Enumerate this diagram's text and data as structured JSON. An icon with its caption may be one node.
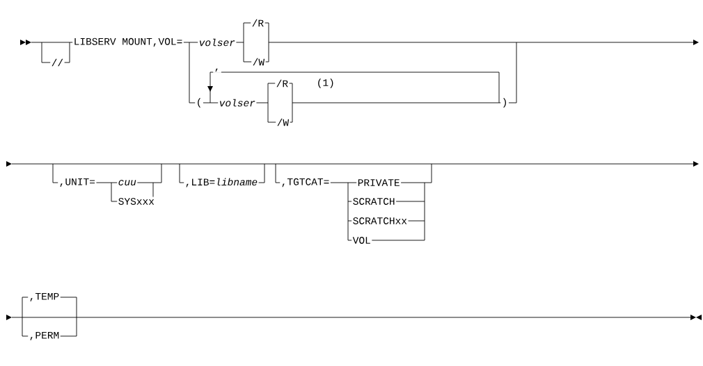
{
  "diagram": {
    "labels": [
      "//",
      "LIBSERV MOUNT,VOL=",
      "volser",
      "/R",
      "/W",
      ",",
      "(",
      "volser",
      "/R",
      "(1)",
      "/W",
      ")",
      ",UNIT=",
      "cuu",
      "SYSxxx",
      ",LIB=*libname*",
      ",TGTCAT=",
      "PRIVATE",
      "SCRATCH",
      "SCRATCHxx",
      "VOL",
      ",TEMP",
      ",PERM"
    ]
  }
}
